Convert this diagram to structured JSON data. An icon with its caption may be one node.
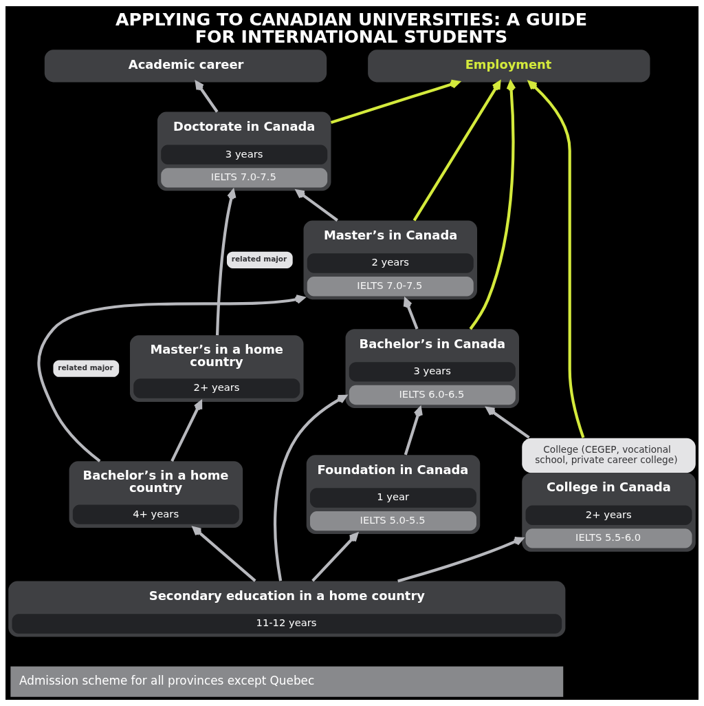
{
  "diagram": {
    "title": "APPLYING TO CANADIAN UNIVERSITIES: A GUIDE FOR INTERNATIONAL STUDENTS",
    "nodes": [
      {
        "text": [
          "Academic career"
        ]
      },
      {
        "text": [
          "Employment"
        ]
      },
      {
        "text": [
          "Doctorate in Canada",
          "3 years",
          "IELTS 7.0-7.5"
        ]
      },
      {
        "text": [
          "Master’s in Canada",
          "2 years",
          "IELTS 7.0-7.5"
        ]
      },
      {
        "text": [
          "Master’s in a home country",
          "2+ years"
        ]
      },
      {
        "text": [
          "Bachelor’s in Canada",
          "3 years",
          "IELTS 6.0-6.5"
        ]
      },
      {
        "text": [
          "Bachelor’s in a home country",
          "4+ years"
        ]
      },
      {
        "text": [
          "Foundation in Canada",
          "1 year",
          "IELTS 5.0-5.5"
        ]
      },
      {
        "text": [
          "College in Canada",
          "2+ years",
          "IELTS 5.5-6.0"
        ],
        "beside": [
          "College (CEGEP, vocational school, private career college)"
        ]
      },
      {
        "text": [
          "Secondary education in a home country",
          "11-12 years"
        ]
      }
    ],
    "edges": [
      {
        "from": 2,
        "to": 0,
        "arrow": "to"
      },
      {
        "from": 2,
        "to": 1,
        "arrow": "to",
        "color": "#d4ea3c"
      },
      {
        "from": 3,
        "to": 1,
        "arrow": "to",
        "color": "#d4ea3c"
      },
      {
        "from": 5,
        "to": 1,
        "arrow": "to",
        "color": "#d4ea3c"
      },
      {
        "from": 8,
        "to": 1,
        "arrow": "to",
        "color": "#d4ea3c"
      },
      {
        "from": 3,
        "to": 2,
        "arrow": "to"
      },
      {
        "from": 4,
        "to": 2,
        "arrow": "to",
        "label": "related major"
      },
      {
        "from": 6,
        "to": 3,
        "arrow": "to",
        "label": "related major"
      },
      {
        "from": 5,
        "to": 3,
        "arrow": "to"
      },
      {
        "from": 6,
        "to": 4,
        "arrow": "to"
      },
      {
        "from": 7,
        "to": 5,
        "arrow": "to"
      },
      {
        "from": 8,
        "to": 5,
        "arrow": "to"
      },
      {
        "from": 9,
        "to": 6,
        "arrow": "to"
      },
      {
        "from": 9,
        "to": 5,
        "arrow": "to"
      },
      {
        "from": 9,
        "to": 7,
        "arrow": "to"
      },
      {
        "from": 9,
        "to": 8,
        "arrow": "to"
      }
    ],
    "labels": [
      "Admission scheme for all provinces except Quebec"
    ]
  }
}
